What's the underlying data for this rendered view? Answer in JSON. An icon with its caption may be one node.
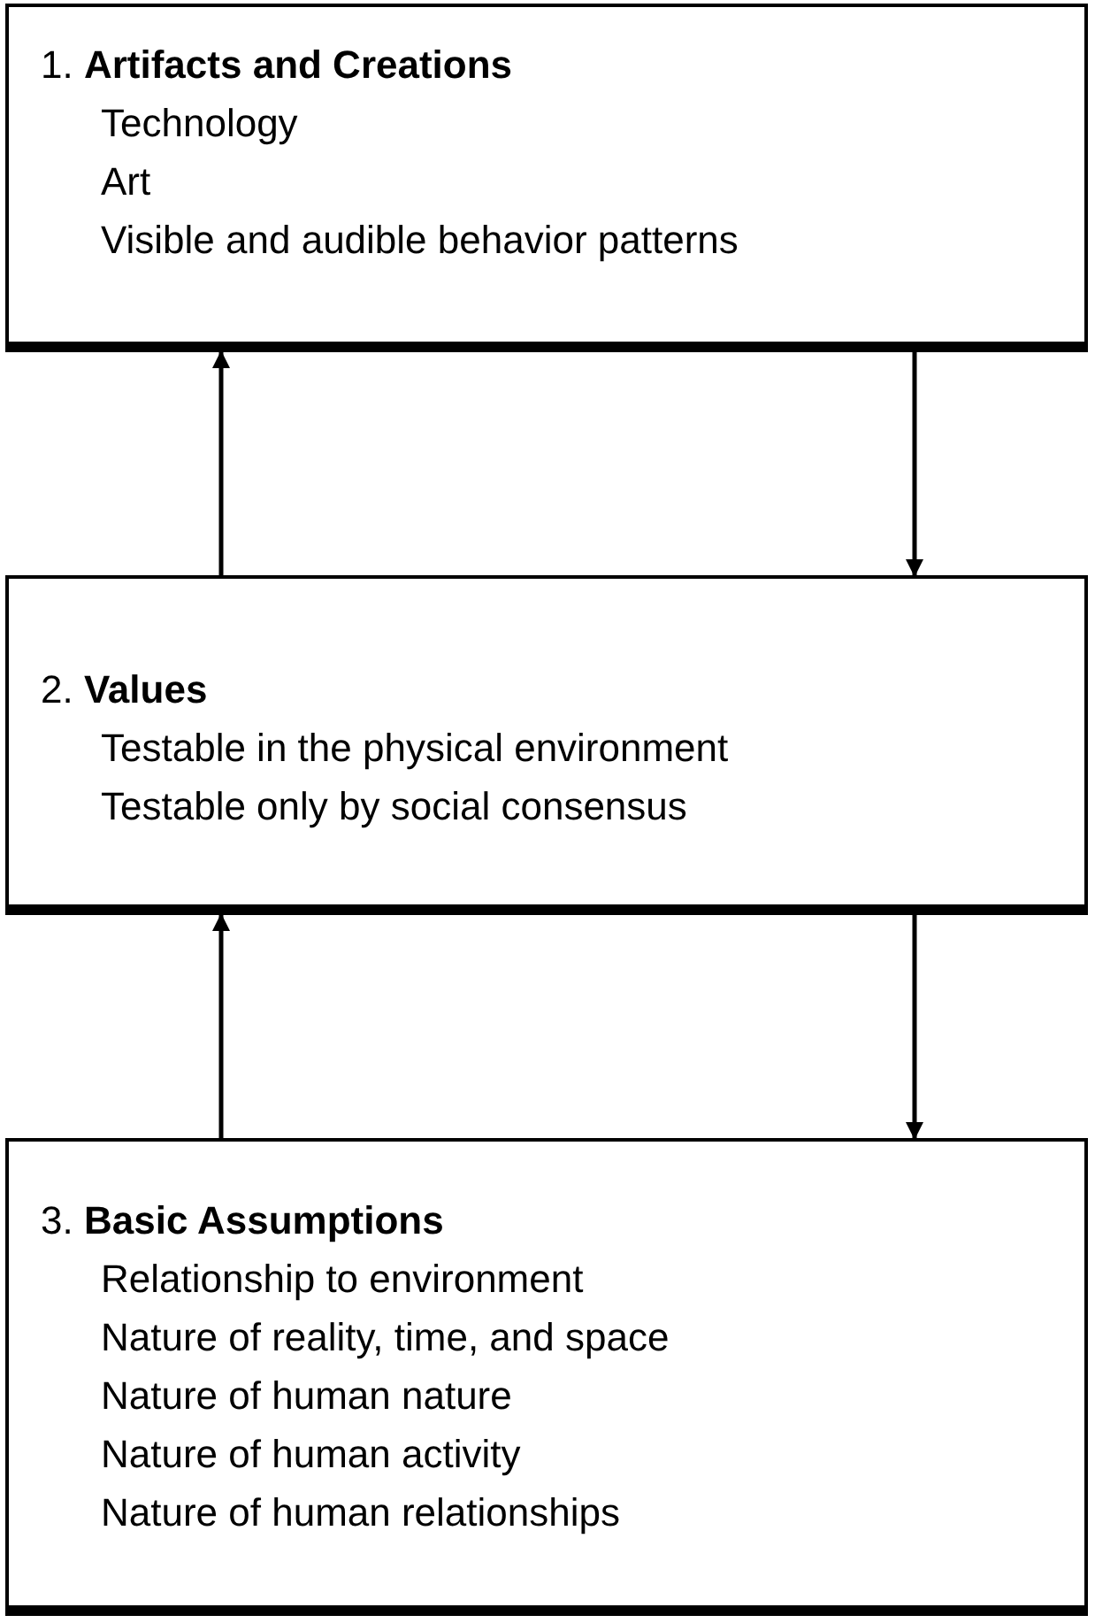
{
  "diagram": {
    "nodes": [
      {
        "text": [
          "1. **Artifacts and Creations**",
          "Technology",
          "Art",
          "Visible and audible behavior patterns"
        ]
      },
      {
        "text": [
          "2. **Values**",
          "Testable in the physical environment",
          "Testable only by social consensus"
        ]
      },
      {
        "text": [
          "3. **Basic Assumptions**",
          "Relationship to environment",
          "Nature of reality, time, and space",
          "Nature of human nature",
          "Nature of human activity",
          "Nature of human relationships"
        ]
      }
    ],
    "edges": [
      {
        "from": 1,
        "to": 0,
        "arrow": "to"
      },
      {
        "from": 0,
        "to": 1,
        "arrow": "to"
      },
      {
        "from": 2,
        "to": 1,
        "arrow": "to"
      },
      {
        "from": 1,
        "to": 2,
        "arrow": "to"
      }
    ]
  }
}
